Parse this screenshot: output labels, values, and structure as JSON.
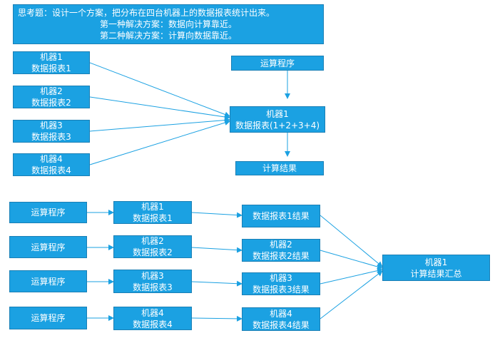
{
  "header": {
    "line1": "思考题：设计一个方案，把分布在四台机器上的数据报表统计出来。",
    "line2": "第一种解决方案：数据向计算靠近。",
    "line3": "第二种解决方案：计算向数据靠近。"
  },
  "diagram1": {
    "sources": [
      {
        "machine": "机器1",
        "table": "数据报表1"
      },
      {
        "machine": "机器2",
        "table": "数据报表2"
      },
      {
        "machine": "机器3",
        "table": "数据报表3"
      },
      {
        "machine": "机器4",
        "table": "数据报表4"
      }
    ],
    "program": "运算程序",
    "target": {
      "machine": "机器1",
      "table": "数据报表(1+2+3+4)"
    },
    "result": "计算结果"
  },
  "diagram2": {
    "rows": [
      {
        "program": "运算程序",
        "machine": "机器1",
        "table": "数据报表1",
        "result_line1": "数据报表1结果",
        "result_line2": ""
      },
      {
        "program": "运算程序",
        "machine": "机器2",
        "table": "数据报表2",
        "result_line1": "机器2",
        "result_line2": "数据报表2结果"
      },
      {
        "program": "运算程序",
        "machine": "机器3",
        "table": "数据报表3",
        "result_line1": "机器3",
        "result_line2": "数据报表3结果"
      },
      {
        "program": "运算程序",
        "machine": "机器4",
        "table": "数据报表4",
        "result_line1": "机器4",
        "result_line2": "数据报表4结果"
      }
    ],
    "summary": {
      "machine": "机器1",
      "label": "计算结果汇总"
    }
  },
  "colors": {
    "box_fill": "#1ba1e2",
    "box_border": "#1a7fb5",
    "arrow": "#1ba1e2",
    "text": "#ffffff"
  }
}
